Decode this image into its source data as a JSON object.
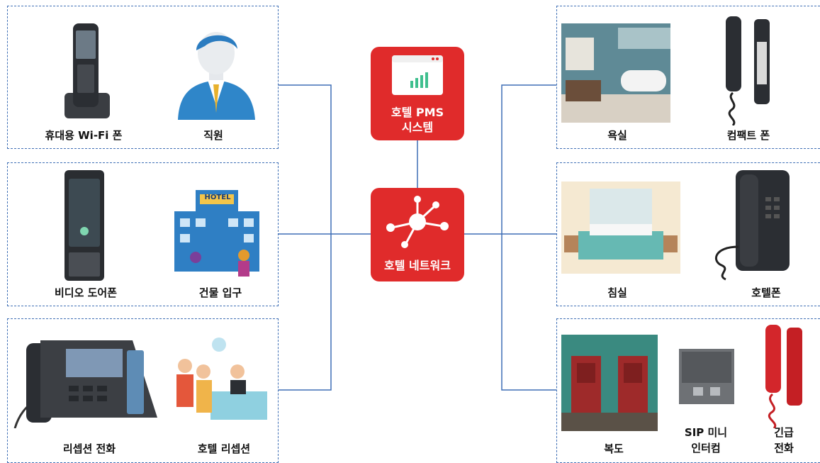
{
  "hubs": {
    "pms": {
      "line1": "호텔 PMS",
      "line2": "시스템",
      "icon": "dashboard-window-icon"
    },
    "network": {
      "label": "호텔 네트워크",
      "icon": "network-hub-icon"
    }
  },
  "left_groups": [
    {
      "items": [
        {
          "label": "휴대용 Wi-Fi 폰"
        },
        {
          "label": "직원"
        }
      ]
    },
    {
      "items": [
        {
          "label": "비디오 도어폰"
        },
        {
          "label": "건물 입구"
        }
      ]
    },
    {
      "items": [
        {
          "label": "리셉션 전화"
        },
        {
          "label": "호텔 리셉션"
        }
      ]
    }
  ],
  "right_groups": [
    {
      "items": [
        {
          "label": "욕실"
        },
        {
          "label": "컴팩트 폰"
        }
      ]
    },
    {
      "items": [
        {
          "label": "침실"
        },
        {
          "label": "호텔폰"
        }
      ]
    },
    {
      "items": [
        {
          "label": "복도"
        },
        {
          "label_line1": "SIP 미니",
          "label_line2": "인터컴"
        },
        {
          "label_line1": "긴급",
          "label_line2": "전화"
        }
      ]
    }
  ],
  "building_sign": "HOTEL",
  "colors": {
    "hub_red": "#e02b2b",
    "line_blue": "#3f6fb5"
  }
}
